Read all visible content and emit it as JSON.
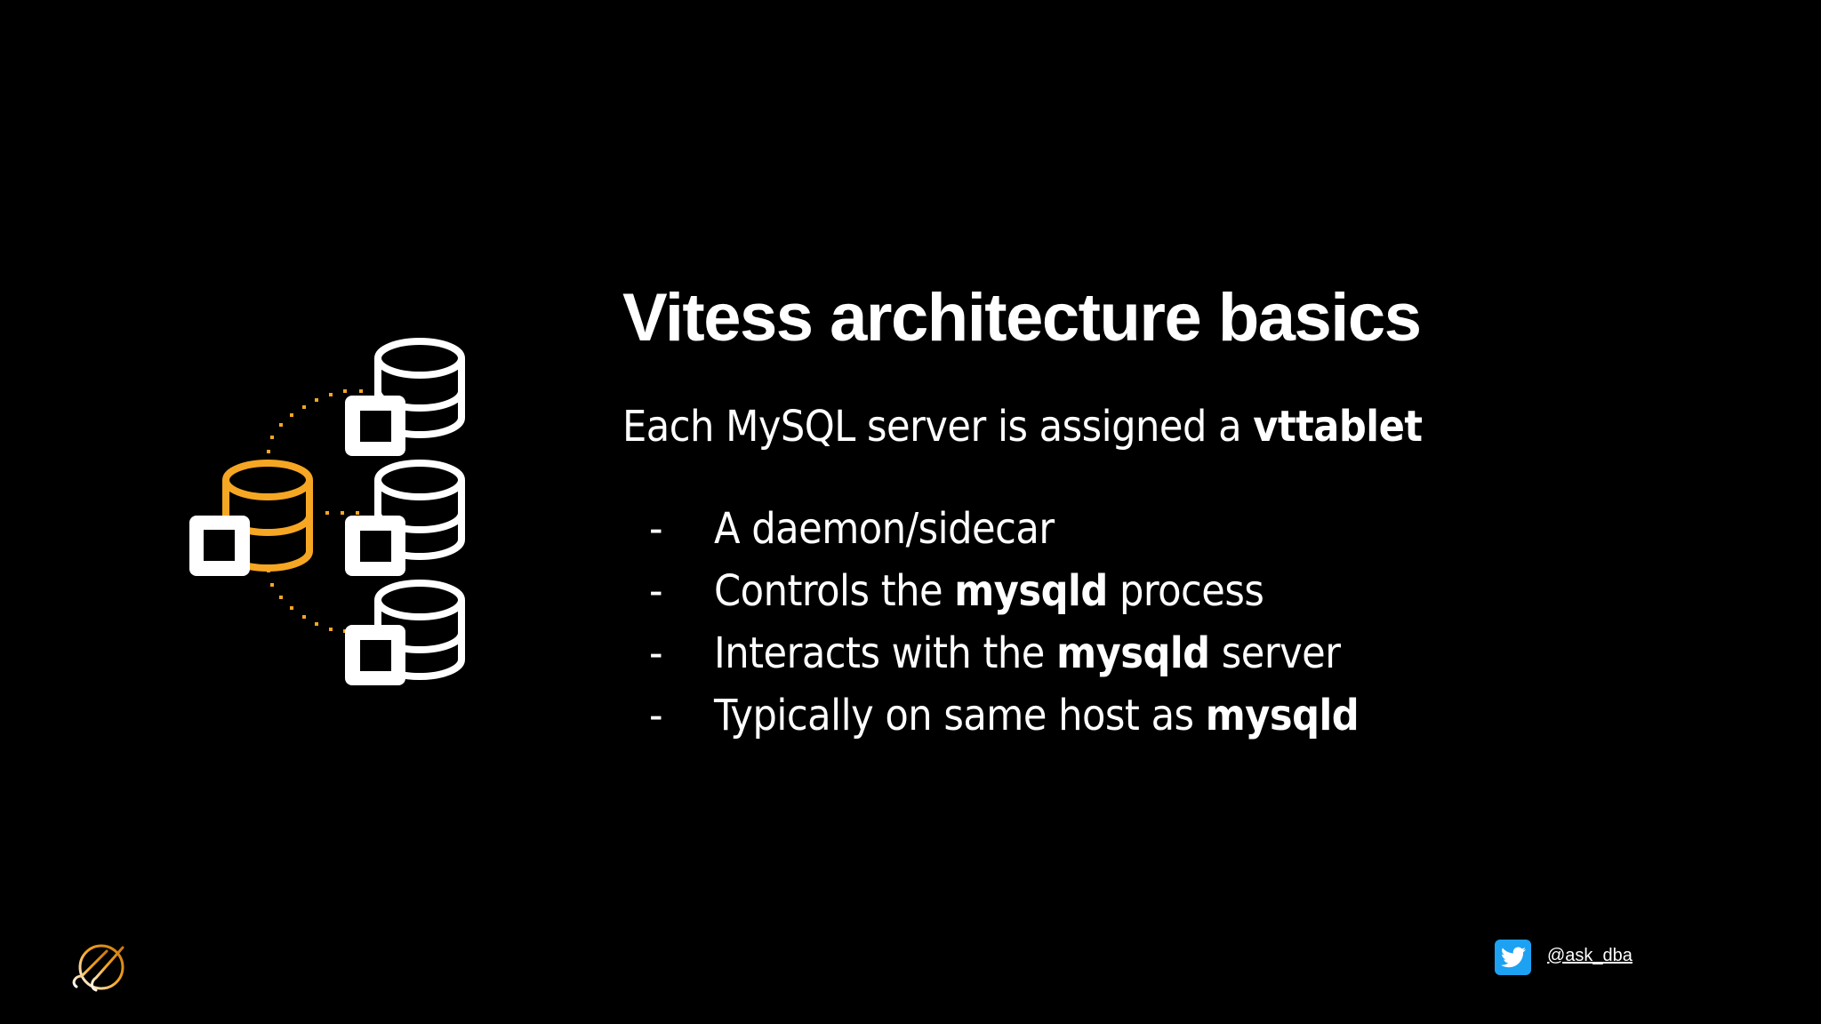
{
  "slide": {
    "title": "Vitess architecture basics",
    "subtitle": {
      "prefix": "Each MySQL server is assigned a ",
      "emphasis": "vttablet"
    },
    "bullets": [
      {
        "dash": "-",
        "before": "A daemon/sidecar",
        "bold": "",
        "after": ""
      },
      {
        "dash": "-",
        "before": "Controls the ",
        "bold": "mysqld",
        "after": " process"
      },
      {
        "dash": "-",
        "before": "Interacts with the ",
        "bold": "mysqld",
        "after": " server"
      },
      {
        "dash": "-",
        "before": "Typically on same host as ",
        "bold": "mysqld",
        "after": ""
      }
    ]
  },
  "diagram": {
    "icon": "database-cluster-icon",
    "primary_color": "#F5A623",
    "replica_color": "#FFFFFF",
    "nodes": [
      "primary-database",
      "replica-database-1",
      "replica-database-2",
      "replica-database-3"
    ]
  },
  "footer": {
    "logo_icon": "planetscale-logo-icon",
    "social_icon": "twitter-icon",
    "twitter_color": "#1DA1F2",
    "handle": "@ask_dba"
  },
  "colors": {
    "background": "#000000",
    "text": "#FFFFFF",
    "accent": "#F5A623"
  }
}
